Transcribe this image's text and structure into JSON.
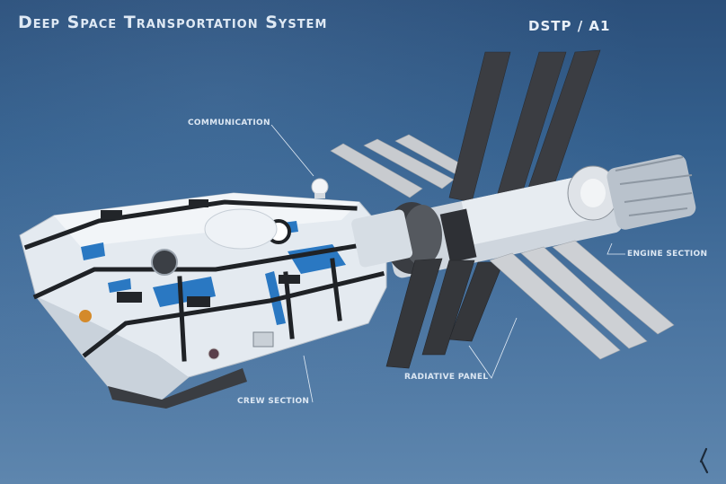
{
  "header": {
    "title": "Deep Space Transportation System",
    "designation": "DSTP / A1"
  },
  "callouts": [
    {
      "id": "communication",
      "label": "COMMUNICATION"
    },
    {
      "id": "engine-section",
      "label": "ENGINE SECTION"
    },
    {
      "id": "crew-section",
      "label": "CREW SECTION"
    },
    {
      "id": "radiative-panel",
      "label": "RADIATIVE PANEL"
    }
  ],
  "colors": {
    "background_top": "#2b4f7a",
    "background_bottom": "#5e86ae",
    "hull_white": "#e6ecf2",
    "hull_blue": "#2a78c2",
    "hull_black": "#1e2126",
    "panel_dark": "#3a3c40",
    "panel_light": "#c9ccd0",
    "label_text": "#dce7f3"
  }
}
